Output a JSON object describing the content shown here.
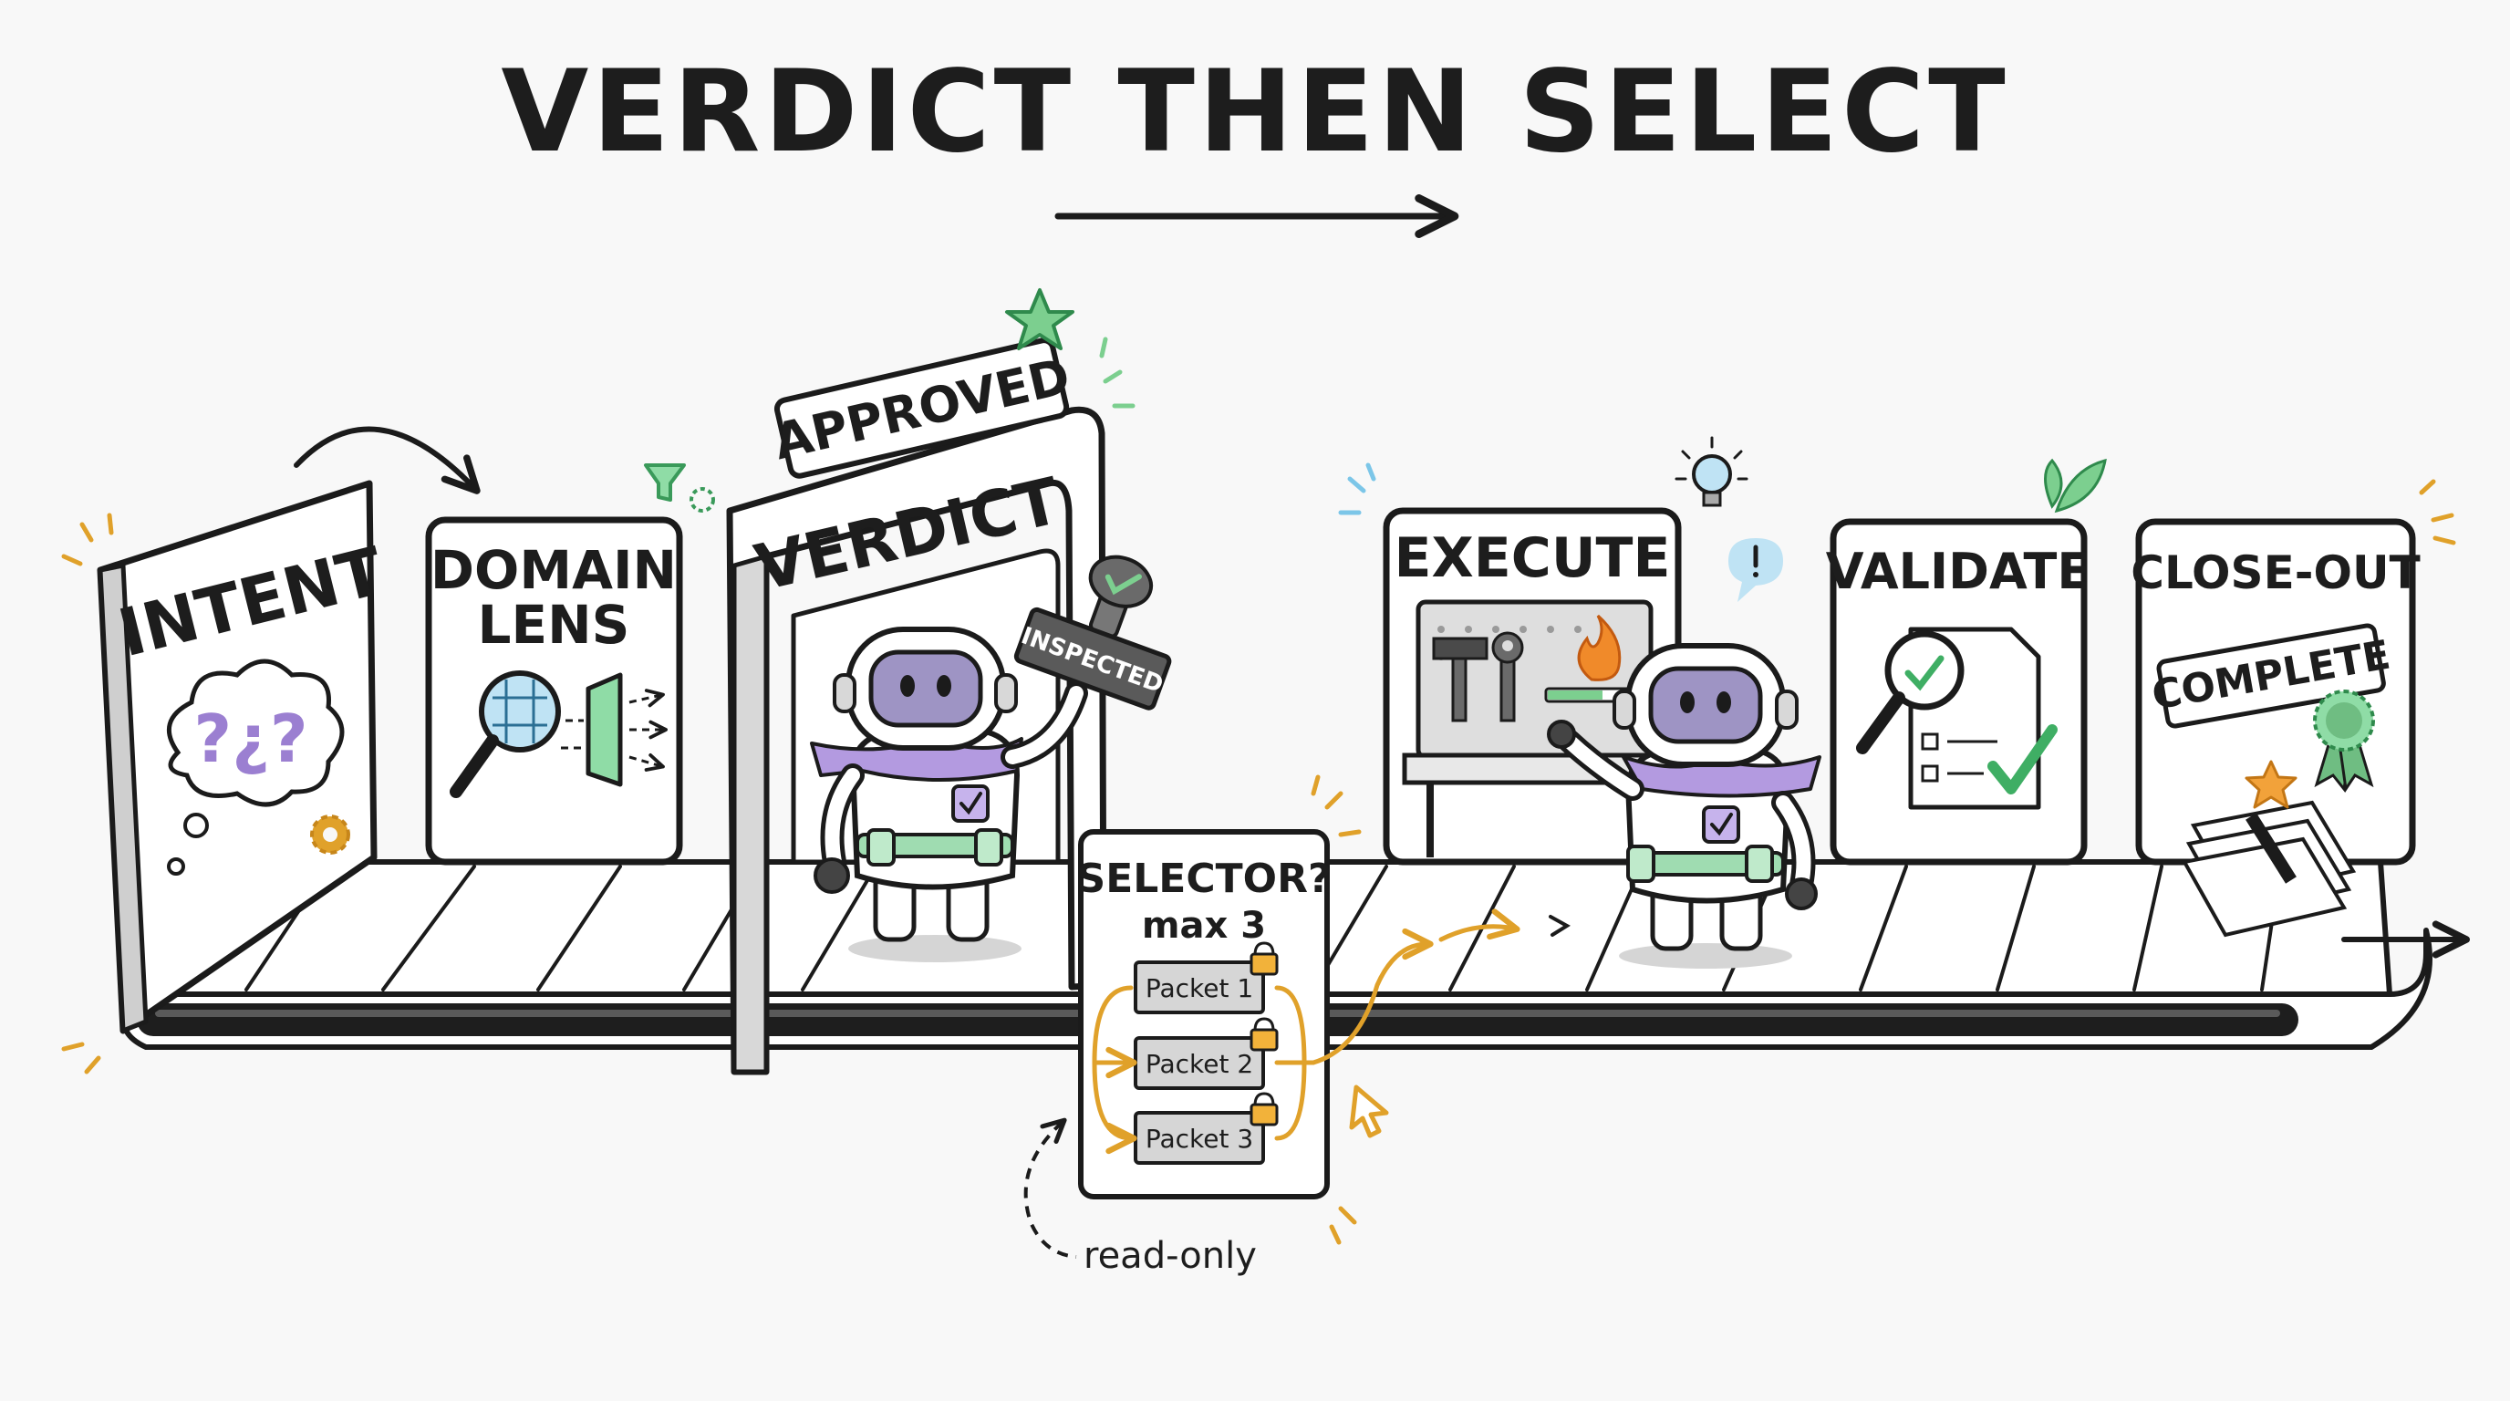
{
  "title": "VERDICT THEN SELECT",
  "stages": {
    "intent": "INTENT",
    "intent_glyphs": "?¿?",
    "domain_lens_line1": "DOMAIN",
    "domain_lens_line2": "LENS",
    "verdict": "VERDICT",
    "approved_sign": "APPROVED",
    "inspected_stamp": "INSPECTED",
    "execute": "EXECUTE",
    "validate": "VALIDATE",
    "close_out": "CLOSE-OUT",
    "complete_sign": "COMPLETE"
  },
  "selector": {
    "title": "SELECTOR?",
    "limit": "max 3",
    "packets": [
      "Packet 1",
      "Packet 2",
      "Packet 3"
    ],
    "note": "read-only"
  },
  "colors": {
    "ink": "#1b1b1b",
    "accent_purple": "#a78bdb",
    "accent_green": "#7ccf8f",
    "accent_orange": "#e0a12a",
    "accent_blue": "#7cc6e8",
    "panel_gray": "#dadada"
  }
}
